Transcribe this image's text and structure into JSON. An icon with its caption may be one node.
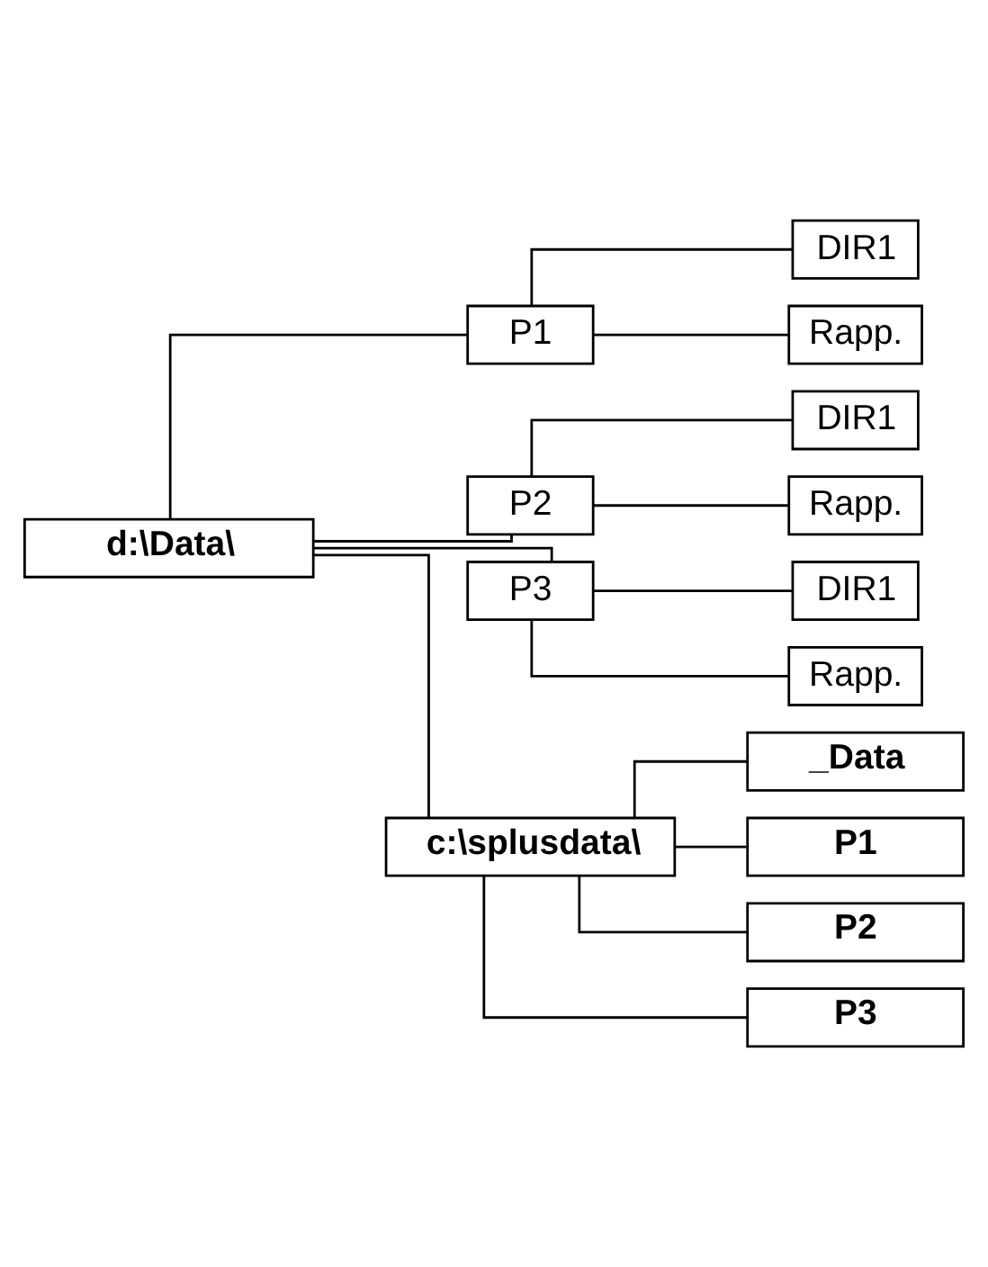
{
  "diagram": {
    "nodes": [
      {
        "text": [
          "d:\\Data\\"
        ]
      },
      {
        "text": [
          "P1"
        ]
      },
      {
        "text": [
          "DIR1"
        ]
      },
      {
        "text": [
          "Rapp."
        ]
      },
      {
        "text": [
          "P2"
        ]
      },
      {
        "text": [
          "DIR1"
        ]
      },
      {
        "text": [
          "Rapp."
        ]
      },
      {
        "text": [
          "P3"
        ]
      },
      {
        "text": [
          "DIR1"
        ]
      },
      {
        "text": [
          "Rapp."
        ]
      },
      {
        "text": [
          "c:\\splusdata\\"
        ]
      },
      {
        "text": [
          "_Data"
        ]
      },
      {
        "text": [
          "P1"
        ]
      },
      {
        "text": [
          "P2"
        ]
      },
      {
        "text": [
          "P3"
        ]
      }
    ],
    "edges": [
      {
        "from": 0,
        "to": 10,
        "arrow": "none"
      },
      {
        "from": 0,
        "to": 1,
        "arrow": "none"
      },
      {
        "from": 0,
        "to": 4,
        "arrow": "none"
      },
      {
        "from": 0,
        "to": 7,
        "arrow": "none"
      },
      {
        "from": 1,
        "to": 2,
        "arrow": "none"
      },
      {
        "from": 1,
        "to": 3,
        "arrow": "none"
      },
      {
        "from": 4,
        "to": 5,
        "arrow": "none"
      },
      {
        "from": 4,
        "to": 6,
        "arrow": "none"
      },
      {
        "from": 7,
        "to": 8,
        "arrow": "none"
      },
      {
        "from": 7,
        "to": 9,
        "arrow": "none"
      },
      {
        "from": 10,
        "to": 11,
        "arrow": "none"
      },
      {
        "from": 10,
        "to": 12,
        "arrow": "none"
      },
      {
        "from": 10,
        "to": 13,
        "arrow": "none"
      },
      {
        "from": 10,
        "to": 14,
        "arrow": "none"
      }
    ]
  }
}
